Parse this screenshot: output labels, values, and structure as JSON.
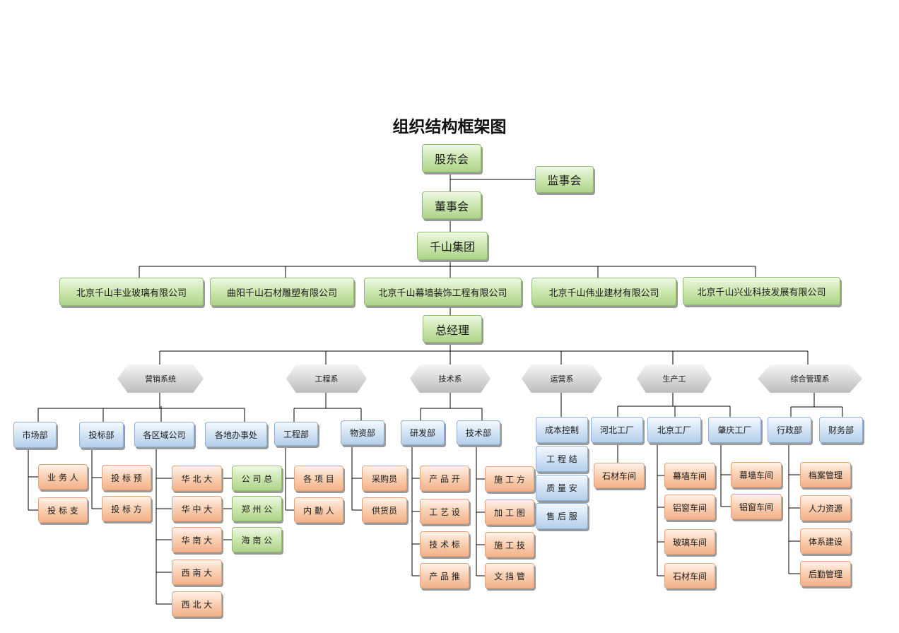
{
  "title": "组织结构框架图",
  "top": {
    "shareholders": "股东会",
    "supervisors": "监事会",
    "board": "董事会",
    "group": "千山集团"
  },
  "companies": [
    "北京千山丰业玻璃有限公司",
    "曲阳千山石材雕塑有限公司",
    "北京千山幕墙装饰工程有限公司",
    "北京千山伟业建材有限公司",
    "北京千山兴业科技发展有限公司"
  ],
  "general_manager": "总经理",
  "systems": {
    "marketing": "营销系统",
    "engineering": "工程系",
    "technology": "技术系",
    "operations": "运营系",
    "production": "生产工",
    "admin": "综合管理系"
  },
  "departments": {
    "market": "市场部",
    "bidding": "投标部",
    "regional": "各区域公司",
    "offices": "各地办事处",
    "engineering_dept": "工程部",
    "materials": "物资部",
    "rnd": "研发部",
    "tech_dept": "技术部",
    "cost_control": "成本控制",
    "settlement": "工 程 结",
    "quality": "质 量 安",
    "after_sales": "售 后 服",
    "hebei_factory": "河北工厂",
    "beijing_factory": "北京工厂",
    "zhaoqing_factory": "肇庆工厂",
    "admin_dept": "行政部",
    "finance": "财务部"
  },
  "leaves": {
    "market": [
      "业 务 人",
      "投 标 支"
    ],
    "bidding": [
      "投 标 预",
      "投 标 方"
    ],
    "regional": [
      "华 北 大",
      "华 中 大",
      "华 南 大",
      "西 南 大",
      "西 北 大"
    ],
    "regional_sub": [
      "公 司 总",
      "郑 州 公",
      "海 南 公"
    ],
    "engineering_dept": [
      "各 项 目",
      "内 勤 人"
    ],
    "materials": [
      "采购员",
      "供货员"
    ],
    "rnd": [
      "产 品 开",
      "工 艺 设",
      "技 术 标",
      "产 品 推"
    ],
    "tech_dept": [
      "施 工 方",
      "加 工 图",
      "施 工 技",
      "文 挡 管"
    ],
    "hebei_factory": [
      "石材车间"
    ],
    "beijing_factory": [
      "幕墙车间",
      "铝窗车间",
      "玻璃车间",
      "石材车间"
    ],
    "zhaoqing_factory": [
      "幕墙车间",
      "铝窗车间"
    ],
    "admin_dept": [
      "档案管理",
      "人力资源",
      "体系建设",
      "后勤管理"
    ]
  }
}
